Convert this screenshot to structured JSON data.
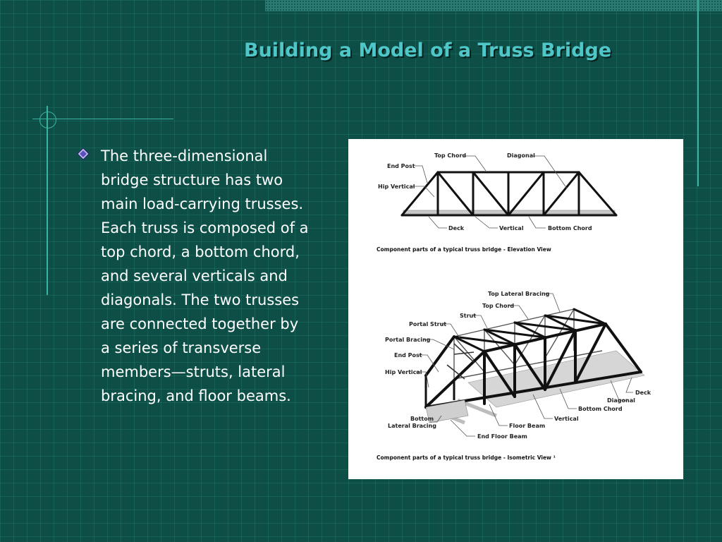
{
  "slide": {
    "title": "Building a Model of a Truss Bridge",
    "body": "The three-dimensional bridge structure has two main load-carrying trusses. Each truss is composed of a top chord, a bottom chord, and several verticals and diagonals. The two trusses are connected together by a series of transverse members—struts, lateral bracing, and floor beams."
  },
  "elevation": {
    "labels": {
      "top_chord": "Top Chord",
      "diagonal": "Diagonal",
      "end_post": "End Post",
      "hip_vertical": "Hip Vertical",
      "deck": "Deck",
      "vertical": "Vertical",
      "bottom_chord": "Bottom Chord"
    },
    "caption": "Component parts of a typical truss bridge - Elevation View"
  },
  "isometric": {
    "labels": {
      "top_lateral_bracing": "Top Lateral Bracing",
      "top_chord": "Top Chord",
      "strut": "Strut",
      "portal_strut": "Portal Strut",
      "portal_bracing": "Portal Bracing",
      "end_post": "End Post",
      "hip_vertical": "Hip Vertical",
      "deck": "Deck",
      "diagonal": "Diagonal",
      "bottom_chord": "Bottom Chord",
      "vertical": "Vertical",
      "floor_beam": "Floor Beam",
      "end_floor_beam": "End Floor Beam",
      "bottom_lateral_bracing_1": "Bottom",
      "bottom_lateral_bracing_2": "Lateral Bracing"
    },
    "caption": "Component parts of a typical truss bridge - Isometric View ¹"
  },
  "colors": {
    "background": "#0d4f47",
    "title": "#4fc7c9",
    "accent_line": "#3bb3a0",
    "bullet": "#5a4fc0"
  }
}
